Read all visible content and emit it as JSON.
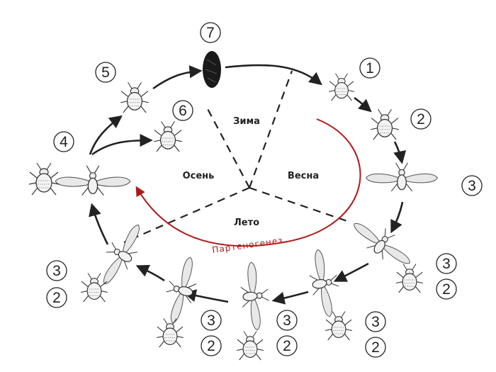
{
  "seasons": {
    "winter": "Зима",
    "spring": "Весна",
    "summer": "Лето",
    "autumn": "Осень"
  },
  "cycle_label": "Партеногенез",
  "stage_numbers": {
    "n1": "1",
    "n2": "2",
    "n3": "3",
    "n4": "4",
    "n5": "5",
    "n6": "6",
    "n7": "7"
  },
  "colors": {
    "line": "#222222",
    "red": "#b01818",
    "insect": "#555555"
  }
}
